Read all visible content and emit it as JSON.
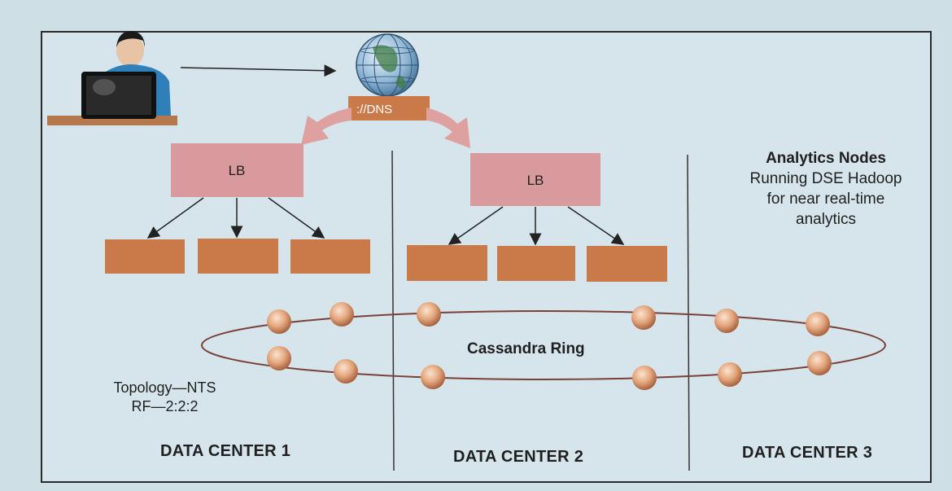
{
  "lb_label": "LB",
  "dns_label": "://DNS",
  "analytics": {
    "title": "Analytics Nodes",
    "line1": "Running DSE Hadoop",
    "line2": "for near real-time",
    "line3": "analytics"
  },
  "ring_label": "Cassandra Ring",
  "topology": {
    "line1": "Topology—NTS",
    "line2": "RF—2:2:2"
  },
  "data_centers": [
    "DATA CENTER 1",
    "DATA CENTER 2",
    "DATA CENTER 3"
  ],
  "colors": {
    "lb_box": "#d89a9c",
    "server_box": "#c97a48",
    "dns_arrow": "#dfa0a0",
    "ring_node": "#e3a77e",
    "ring_line": "#7a4038"
  },
  "icons": [
    "user-at-computer-icon",
    "globe-icon"
  ]
}
